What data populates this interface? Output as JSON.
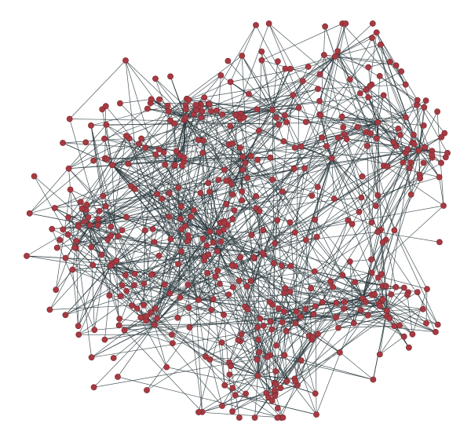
{
  "diagram": {
    "type": "network-graph",
    "colors": {
      "background": "#ffffff",
      "node_fill": "#a63a42",
      "node_stroke": "#7a252c",
      "edge": "#2f3d42"
    },
    "approx_node_count": 500,
    "approx_edge_count": 1500,
    "layout_seed": 42
  }
}
